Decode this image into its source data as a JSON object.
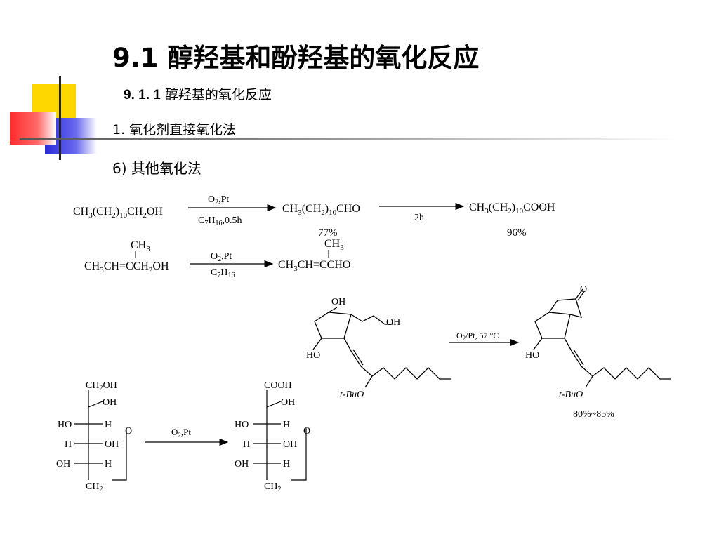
{
  "slide": {
    "title": "9.1  醇羟基和酚羟基的氧化反应",
    "subtitle": {
      "number": "9. 1. 1",
      "text": "醇羟基的氧化反应"
    },
    "section": "1. 氧化剂直接氧化法",
    "method": "6) 其他氧化法"
  },
  "reaction1": {
    "reactant": "CH3(CH2)10CH2OH",
    "reagent_top": "O2,Pt",
    "reagent_bottom": "C7H16,0.5h",
    "intermediate": "CH3(CH2)10CHO",
    "yield1": "77%",
    "condition2": "2h",
    "product": "CH3(CH2)10COOH",
    "yield2": "96%"
  },
  "reaction2": {
    "reactant": "CH3CH=CCH2OH",
    "substituent": "CH3",
    "reagent_top": "O2,Pt",
    "reagent_bottom": "C7H16",
    "product": "CH3CH=CCHO"
  },
  "reaction3": {
    "condition": "O2/Pt, 57 °C",
    "yield": "80%~85%",
    "labels": {
      "oh_top": "OH",
      "oh_chain": "OH",
      "ho": "HO",
      "tbuo": "t-BuO",
      "ketone_o": "O"
    }
  },
  "reaction4": {
    "condition": "O2,Pt",
    "reactant_top": "CH2OH",
    "product_top": "COOH",
    "bottom": "CH2",
    "rows": [
      {
        "left": "",
        "right": "OH"
      },
      {
        "left": "HO",
        "right": "H"
      },
      {
        "left": "H",
        "right": "OH"
      },
      {
        "left": "OH",
        "right": "H"
      }
    ],
    "ring_o": "O"
  }
}
